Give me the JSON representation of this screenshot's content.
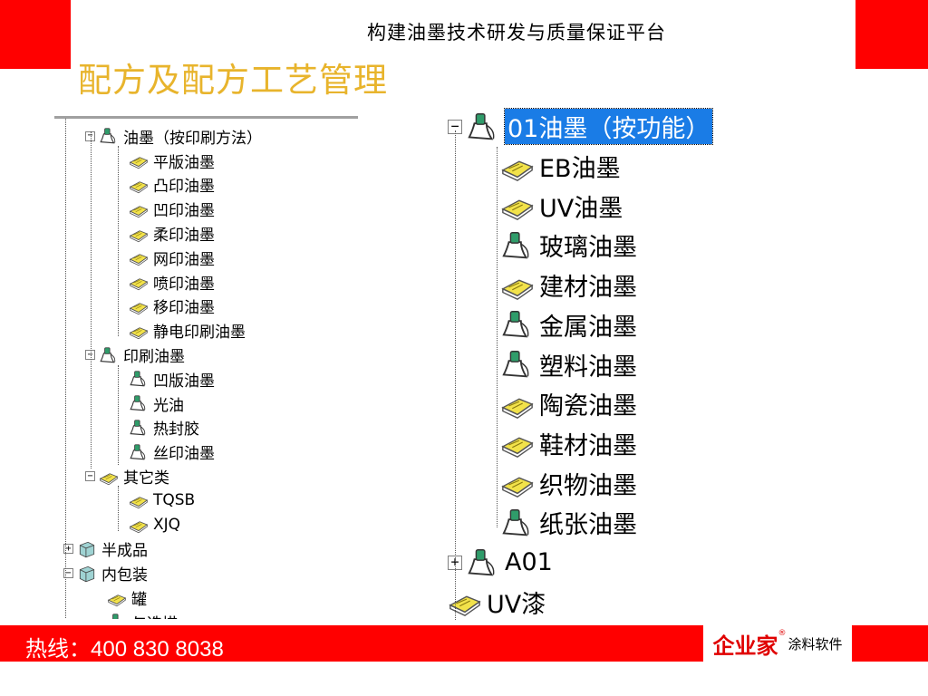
{
  "header": {
    "title": "构建油墨技术研发与质量保证平台"
  },
  "section_title": "配方及配方工艺管理",
  "left_tree": [
    {
      "label": "油墨（按印刷方法）",
      "toggle": "−",
      "icon": "bottle-icon"
    },
    {
      "label": "平版油墨",
      "icon": "book-icon"
    },
    {
      "label": "凸印油墨",
      "icon": "book-icon"
    },
    {
      "label": "凹印油墨",
      "icon": "book-icon"
    },
    {
      "label": "柔印油墨",
      "icon": "book-icon"
    },
    {
      "label": "网印油墨",
      "icon": "book-icon"
    },
    {
      "label": "喷印油墨",
      "icon": "book-icon"
    },
    {
      "label": "移印油墨",
      "icon": "book-icon"
    },
    {
      "label": "静电印刷油墨",
      "icon": "book-icon"
    },
    {
      "label": "印刷油墨",
      "toggle": "−",
      "icon": "bottle-icon"
    },
    {
      "label": "凹版油墨",
      "icon": "bottle-icon"
    },
    {
      "label": "光油",
      "icon": "bottle-icon"
    },
    {
      "label": "热封胶",
      "icon": "bottle-icon"
    },
    {
      "label": "丝印油墨",
      "icon": "bottle-icon"
    },
    {
      "label": "其它类",
      "toggle": "−",
      "icon": "book-icon"
    },
    {
      "label": "TQSB",
      "icon": "book-icon"
    },
    {
      "label": "XJQ",
      "icon": "book-icon"
    },
    {
      "label": "半成品",
      "toggle": "+",
      "icon": "package-icon"
    },
    {
      "label": "内包装",
      "toggle": "−",
      "icon": "package-icon"
    },
    {
      "label": "罐",
      "icon": "book-icon"
    },
    {
      "label": "与选描",
      "icon": "bottle-icon"
    }
  ],
  "right_tree": [
    {
      "label": "01油墨（按功能）",
      "toggle": "−",
      "icon": "bottle-icon",
      "selected": true
    },
    {
      "label": "EB油墨",
      "icon": "book-icon"
    },
    {
      "label": "UV油墨",
      "icon": "book-icon"
    },
    {
      "label": "玻璃油墨",
      "icon": "bottle-icon"
    },
    {
      "label": "建材油墨",
      "icon": "book-icon"
    },
    {
      "label": "金属油墨",
      "icon": "bottle-icon"
    },
    {
      "label": "塑料油墨",
      "icon": "bottle-icon"
    },
    {
      "label": "陶瓷油墨",
      "icon": "book-icon"
    },
    {
      "label": "鞋材油墨",
      "icon": "book-icon"
    },
    {
      "label": "织物油墨",
      "icon": "book-icon"
    },
    {
      "label": "纸张油墨",
      "icon": "bottle-icon"
    },
    {
      "label": "A01",
      "toggle": "+",
      "icon": "bottle-icon"
    },
    {
      "label": "UV漆",
      "icon": "book-icon"
    }
  ],
  "footer": {
    "hotline": "热线：400 830 8038",
    "logo_main": "企业家",
    "logo_reg": "®",
    "logo_sub": "涂料软件"
  },
  "colors": {
    "accent_red": "#ff0000",
    "title_gold": "#e8b42c",
    "selection_blue": "#1a7ce6"
  }
}
